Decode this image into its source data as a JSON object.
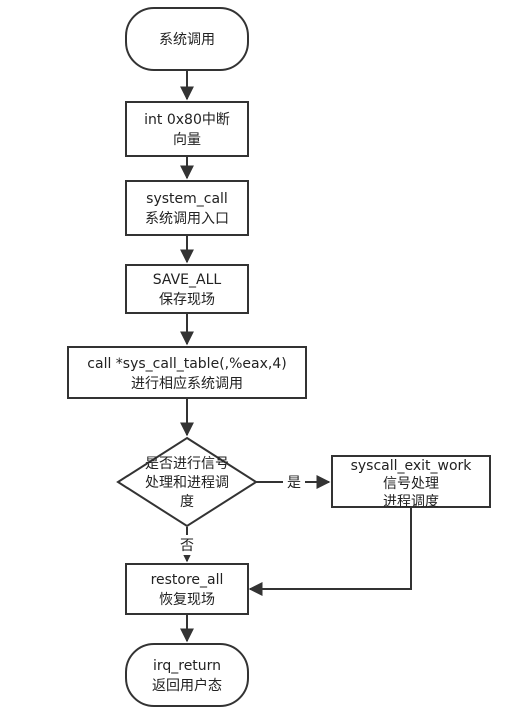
{
  "diagram": {
    "nodes": [
      {
        "id": "start",
        "lines": [
          "系统调用"
        ]
      },
      {
        "id": "int80",
        "lines": [
          "int 0x80中断",
          "向量"
        ]
      },
      {
        "id": "system_call",
        "lines": [
          "system_call",
          "系统调用入口"
        ]
      },
      {
        "id": "save_all",
        "lines": [
          "SAVE_ALL",
          "保存现场"
        ]
      },
      {
        "id": "call_table",
        "lines": [
          "call *sys_call_table(,%eax,4)",
          "进行相应系统调用"
        ]
      },
      {
        "id": "decision",
        "lines": [
          "是否进行信号",
          "处理和进程调",
          "度"
        ]
      },
      {
        "id": "exit_work",
        "lines": [
          "syscall_exit_work",
          "信号处理",
          "进程调度"
        ]
      },
      {
        "id": "restore_all",
        "lines": [
          "restore_all",
          "恢复现场"
        ]
      },
      {
        "id": "irq_return",
        "lines": [
          "irq_return",
          "返回用户态"
        ]
      }
    ],
    "edge_labels": {
      "yes": "是",
      "no": "否"
    }
  }
}
